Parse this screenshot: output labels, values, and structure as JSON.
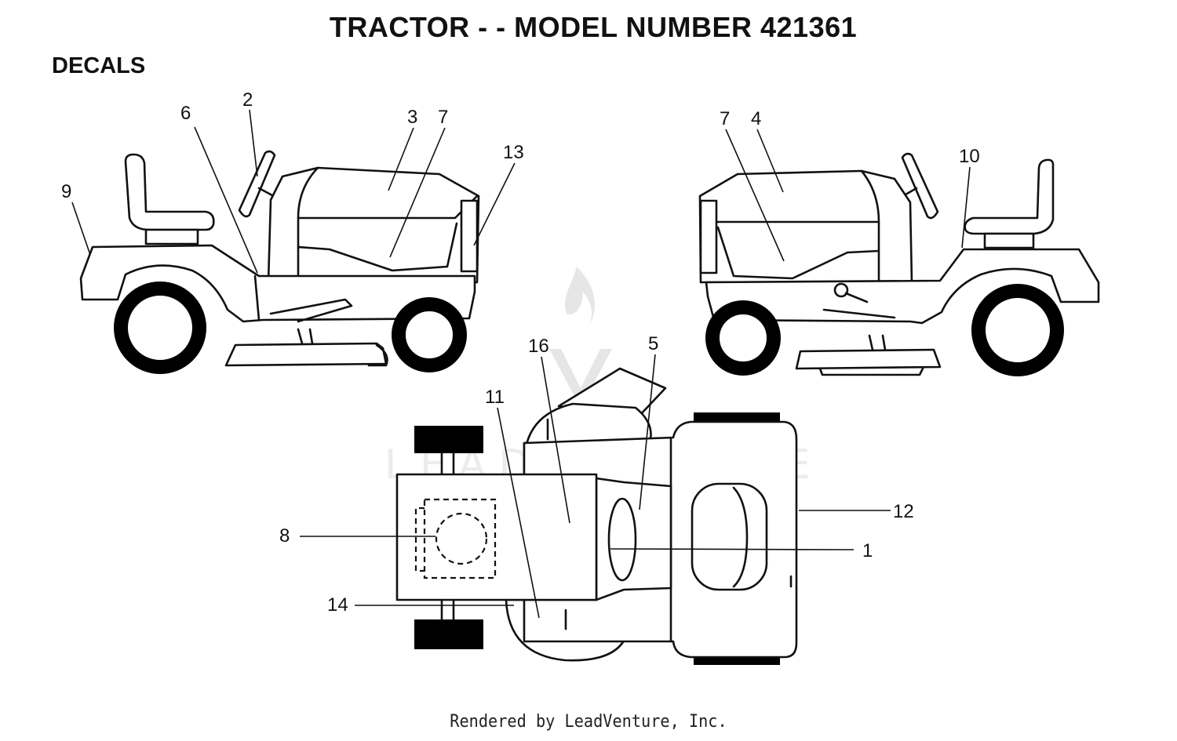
{
  "title": "TRACTOR - - MODEL NUMBER 421361",
  "section_label": "DECALS",
  "footer": "Rendered by LeadVenture, Inc.",
  "watermark": {
    "brand": "LEADVENTURE",
    "icon": "flame-v-logo-icon"
  },
  "callouts": {
    "c1": "1",
    "c2": "2",
    "c3": "3",
    "c4": "4",
    "c5": "5",
    "c6": "6",
    "c7_left": "7",
    "c7_right": "7",
    "c8": "8",
    "c9": "9",
    "c10": "10",
    "c11": "11",
    "c12": "12",
    "c13": "13",
    "c14": "14",
    "c16": "16"
  },
  "views": [
    "left-side-view",
    "right-side-view",
    "top-view"
  ]
}
